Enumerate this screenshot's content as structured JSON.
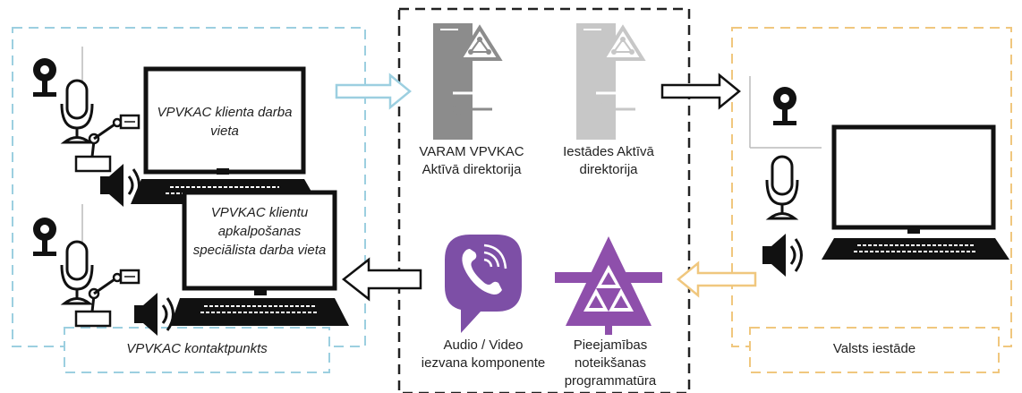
{
  "left_zone": {
    "client_workplace": "VPVKAC klienta darba vieta",
    "specialist_workplace": "VPVKAC klientu apkalpošanas speciālista darba vieta",
    "group_label": "VPVKAC kontaktpunkts"
  },
  "center_zone": {
    "varam_directory": "VARAM VPVKAC Aktīvā direktorija",
    "institution_directory": "Iestādes Aktīvā direktorija",
    "av_component": "Audio / Video iezvana komponente",
    "accessibility_software": "Pieejamības noteikšanas programmatūra"
  },
  "right_zone": {
    "group_label": "Valsts iestāde"
  },
  "colors": {
    "left_border": "#9ccfe0",
    "center_border": "#222222",
    "right_border": "#f0c77e",
    "viber_purple": "#7d4fa6",
    "software_purple": "#8e4fab",
    "server_gray": "#8c8c8c"
  },
  "icons": [
    "webcam-icon",
    "microphone-icon",
    "document-camera-icon",
    "speaker-icon",
    "laptop-icon",
    "server-directory-icon",
    "viber-icon",
    "triforce-logo-icon"
  ]
}
